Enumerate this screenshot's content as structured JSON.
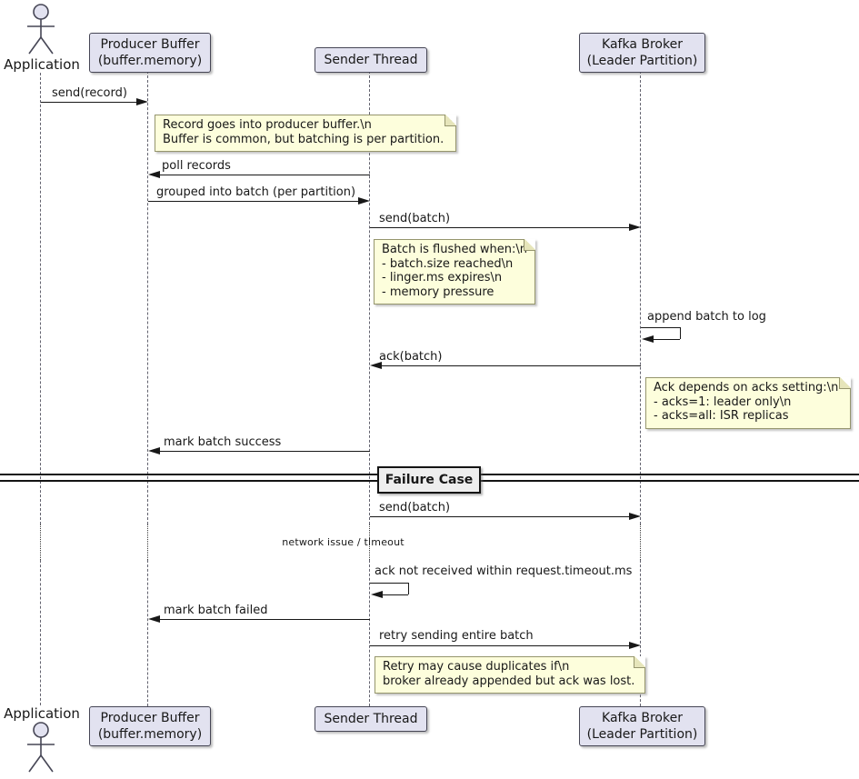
{
  "colors": {
    "participant_fill": "#E2E2F0",
    "participant_border": "#464655",
    "note_fill": "#FDFEDC",
    "note_border": "#95956D",
    "arrow": "#181818",
    "lifeline": "#62626E",
    "divider_fill": "#EEEEEE"
  },
  "actors": {
    "top_label": "Application",
    "bottom_label": "Application"
  },
  "participants": {
    "buffer": {
      "line1": "Producer Buffer",
      "line2": "(buffer.memory)"
    },
    "sender": {
      "line1": "Sender Thread"
    },
    "broker": {
      "line1": "Kafka Broker",
      "line2": "(Leader Partition)"
    }
  },
  "messages": {
    "send_record": "send(record)",
    "poll_records": "poll records",
    "grouped_into_batch": "grouped into batch (per partition)",
    "send_batch": "send(batch)",
    "append_batch": "append batch to log",
    "ack_batch": "ack(batch)",
    "mark_success": "mark batch success",
    "send_batch_retry": "send(batch)",
    "delay": "network issue / timeout",
    "ack_timeout": "ack not received within request.timeout.ms",
    "mark_failed": "mark batch failed",
    "retry_batch": "retry sending entire batch"
  },
  "divider": {
    "label": "Failure Case"
  },
  "notes": {
    "buffer": {
      "line1": "Record goes into producer buffer.\\n",
      "line2": "Buffer is common, but batching is per partition."
    },
    "flush": {
      "line1": "Batch is flushed when:\\n",
      "line2": "- batch.size reached\\n",
      "line3": "- linger.ms expires\\n",
      "line4": "- memory pressure"
    },
    "acks": {
      "line1": "Ack depends on acks setting:\\n",
      "line2": "- acks=1: leader only\\n",
      "line3": "- acks=all: ISR replicas"
    },
    "retry": {
      "line1": "Retry may cause duplicates if\\n",
      "line2": "broker already appended but ack was lost."
    }
  }
}
